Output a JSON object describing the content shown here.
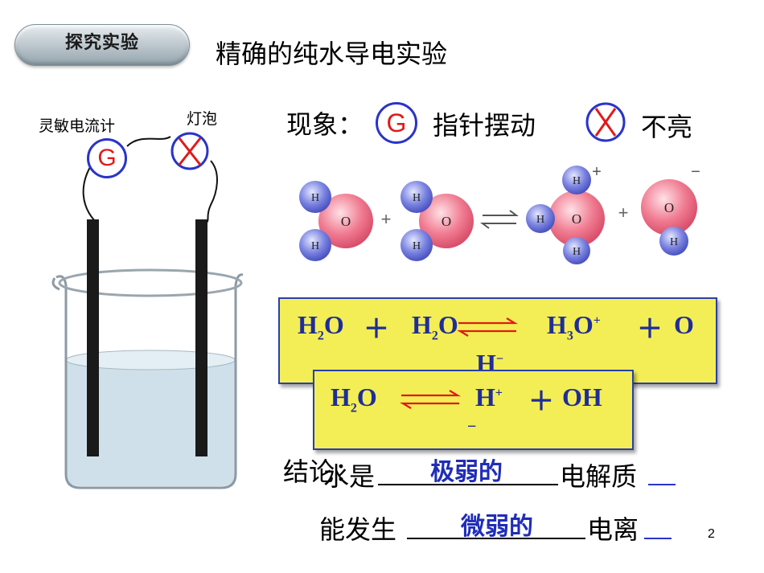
{
  "header": {
    "tag_label": "探究实验",
    "title": "精确的纯水导电实验"
  },
  "apparatus": {
    "galvanometer_label": "灵敏电流计",
    "bulb_label": "灯泡",
    "galvanometer_symbol": "G"
  },
  "phenomenon": {
    "label": "现象：",
    "symbol": "G",
    "needle_text": "指针摆动",
    "bulb_text": "不亮"
  },
  "molecules": {
    "h": "H",
    "o": "O",
    "plus": "+",
    "charge_plus": "+",
    "charge_minus": "−"
  },
  "equation1": {
    "reactant1": "H",
    "reactant1_sub": "2",
    "reactant1_tail": "O",
    "plus1": "＋",
    "reactant2": "H",
    "reactant2_sub": "2",
    "reactant2_tail": "O",
    "product1": "H",
    "product1_sub": "3",
    "product1_tail": "O",
    "product1_charge": "+",
    "plus2": "＋",
    "product2_line1": "O",
    "product2_line2": "H",
    "product2_charge": "−"
  },
  "equation2": {
    "reactant": "H",
    "reactant_sub": "2",
    "reactant_tail": "O",
    "product1": "H",
    "product1_charge": "+",
    "plus": "＋",
    "product2": "OH",
    "product2_charge": "−"
  },
  "conclusion": {
    "line1_prefix": "结论：",
    "line1_subject": "水是",
    "line1_answer": "极弱的",
    "line1_suffix": "电解质",
    "line2_prefix": "能发生",
    "line2_answer": "微弱的",
    "line2_suffix": "电离"
  },
  "page_number": "2",
  "colors": {
    "box_fill": "#f3ee55",
    "equation_text": "#1f2d9a",
    "arrow": "#e01a1a",
    "answer_text": "#1f2db8"
  }
}
